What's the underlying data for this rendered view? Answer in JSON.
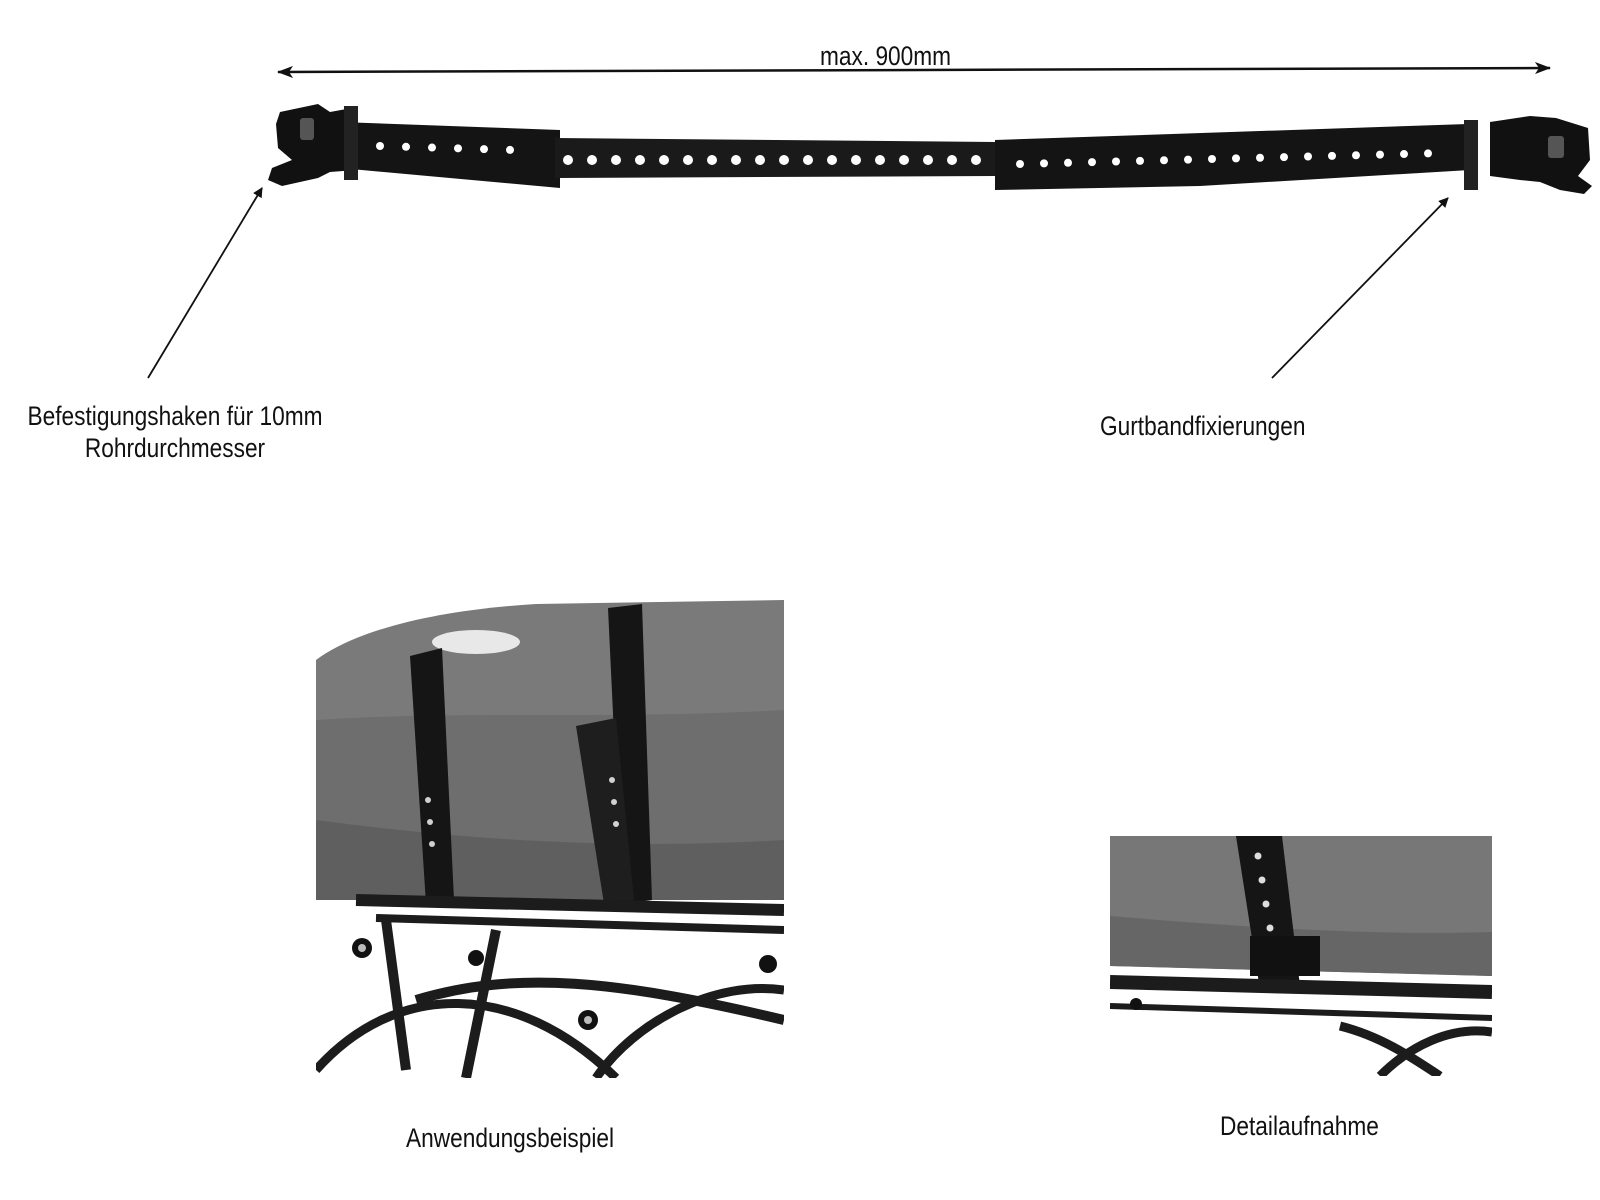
{
  "dimension": {
    "text": "max. 900mm"
  },
  "callouts": {
    "hook": {
      "line1": "Befestigungshaken für 10mm",
      "line2": "Rohrdurchmesser"
    },
    "strap_fix": {
      "text": "Gurtbandfixierungen"
    }
  },
  "photos": {
    "example": {
      "caption": "Anwendungsbeispiel"
    },
    "detail": {
      "caption": "Detailaufnahme"
    }
  },
  "colors": {
    "strap": "#141414",
    "bag": "#7a7a7a",
    "rack": "#1c1c1c"
  }
}
